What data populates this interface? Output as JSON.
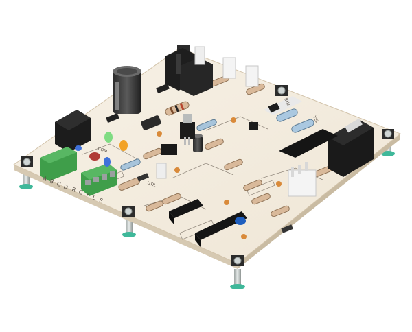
{
  "scene": {
    "subject": "control-circuit-board",
    "colors": {
      "board": "#f3ece0",
      "board_edge": "#d9ccb6",
      "silkscreen": "#5a5148",
      "terminal_green": "#3f9e4a",
      "relay_black": "#1c1c1c",
      "capacitor": "#3a3a3a"
    }
  },
  "labels": {
    "terminal_a": "A",
    "terminal_b": "B",
    "terminal_c": "C",
    "terminal_d": "D",
    "terminal_r": "R",
    "terminal_c2": "C",
    "terminal_y": "Y",
    "terminal_l": "L",
    "terminal_s": "S",
    "com_label": "COM",
    "util_label": "UTIL",
    "blu_label": "BLU",
    "yel_label": "YEL"
  }
}
